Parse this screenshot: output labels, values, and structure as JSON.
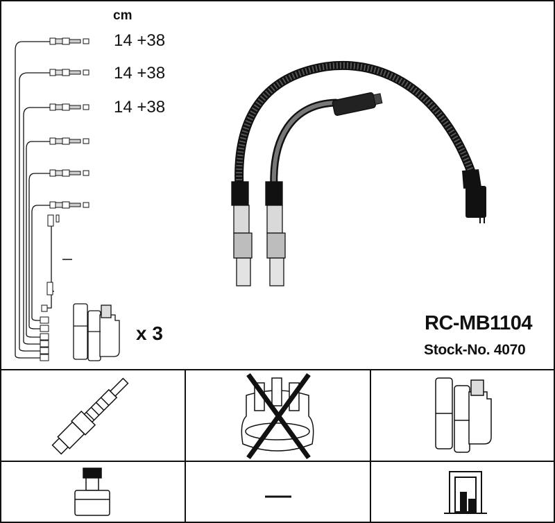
{
  "header": {
    "unit_label": "cm"
  },
  "lead_lengths": [
    {
      "label": "14 +38"
    },
    {
      "label": "14 +38"
    },
    {
      "label": "14 +38"
    }
  ],
  "coil_quantity": "x 3",
  "product": {
    "part_number": "RC-MB1104",
    "stock_number": "Stock-No. 4070"
  },
  "application_grid": {
    "cells": [
      {
        "icon": "spark-plug-icon",
        "excluded": false
      },
      {
        "icon": "distributor-cap-icon",
        "excluded": true
      },
      {
        "icon": "ignition-coil-icon",
        "excluded": false
      },
      {
        "icon": "plug-connector-icon",
        "excluded": false
      },
      {
        "icon": "dash-icon",
        "excluded": false
      },
      {
        "icon": "coil-terminal-icon",
        "excluded": false
      }
    ]
  },
  "colors": {
    "line": "#111111",
    "background": "#ffffff",
    "boot_grey": "#cfcfcf"
  }
}
